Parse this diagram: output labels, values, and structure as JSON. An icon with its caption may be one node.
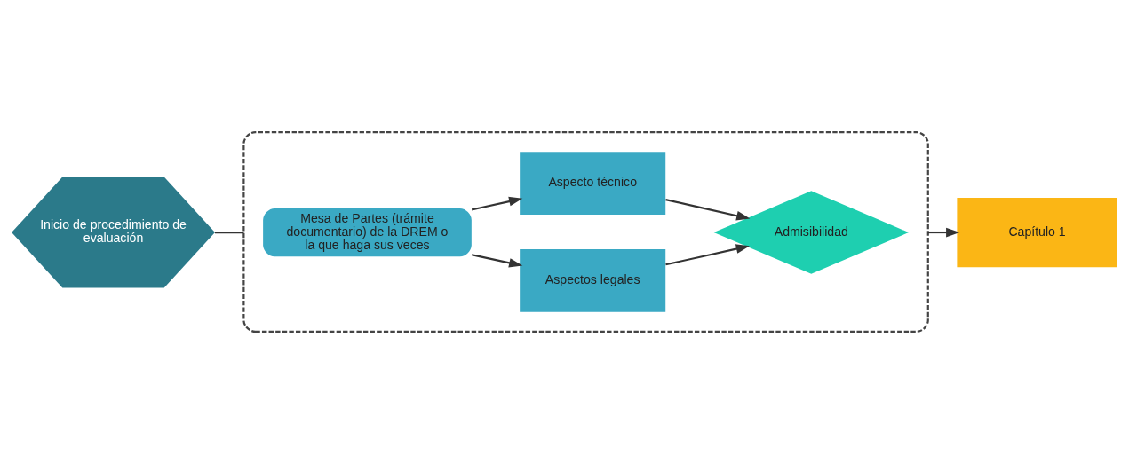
{
  "diagram": {
    "nodes": [
      {
        "text": [],
        "shape": "box"
      },
      {
        "text": [
          "Inicio de procedimiento de evaluación"
        ]
      },
      {
        "text": [
          "Mesa de Partes (trámite documentario) de la DREM o la que haga sus veces"
        ],
        "in": 0
      },
      {
        "text": [
          "Aspectos legales"
        ],
        "in": 0
      },
      {
        "text": [
          "Aspecto técnico"
        ],
        "in": 0
      },
      {
        "text": [
          "Admisibilidad"
        ],
        "in": 0
      },
      {
        "text": [
          "Capítulo 1"
        ]
      }
    ],
    "edges": [
      {
        "from": 1,
        "to": 0,
        "arrow": "none"
      },
      {
        "from": 2,
        "to": 3,
        "arrow": "to"
      },
      {
        "from": 2,
        "to": 4,
        "arrow": "to"
      },
      {
        "from": 3,
        "to": 5,
        "arrow": "to"
      },
      {
        "from": 4,
        "to": 5,
        "arrow": "to"
      },
      {
        "from": 0,
        "to": 6,
        "arrow": "to"
      }
    ]
  }
}
